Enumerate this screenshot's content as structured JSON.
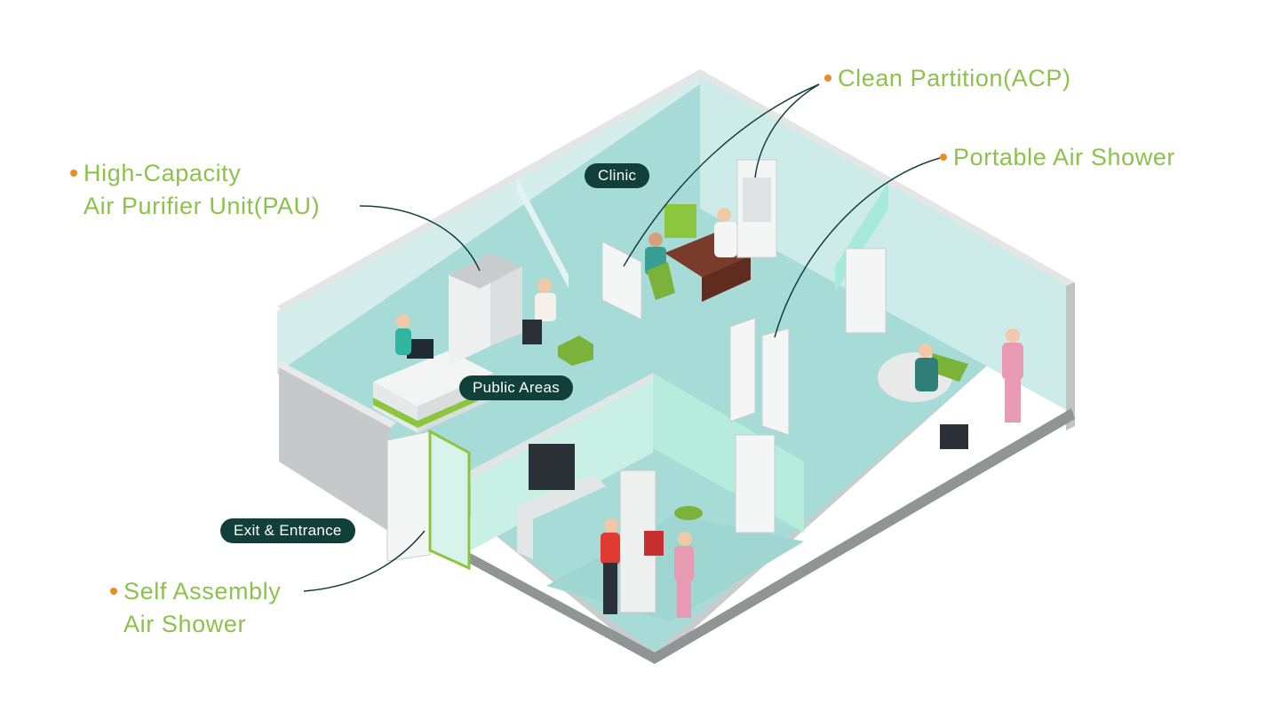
{
  "callouts": {
    "clean_partition": "Clean Partition(ACP)",
    "portable_air_shower": "Portable Air Shower",
    "pau_line1": "High-Capacity",
    "pau_line2": "Air Purifier Unit(PAU)",
    "self_assembly_line1": "Self Assembly",
    "self_assembly_line2": "Air Shower"
  },
  "areas": {
    "clinic": "Clinic",
    "public_areas": "Public Areas",
    "exit_entrance": "Exit & Entrance"
  },
  "colors": {
    "callout_text": "#8bc34a",
    "callout_dot": "#f08a24",
    "pill_bg": "#11403b",
    "floor": "#a6dbd7",
    "wall": "#d5eeec",
    "accent_green": "#8cc63f"
  }
}
